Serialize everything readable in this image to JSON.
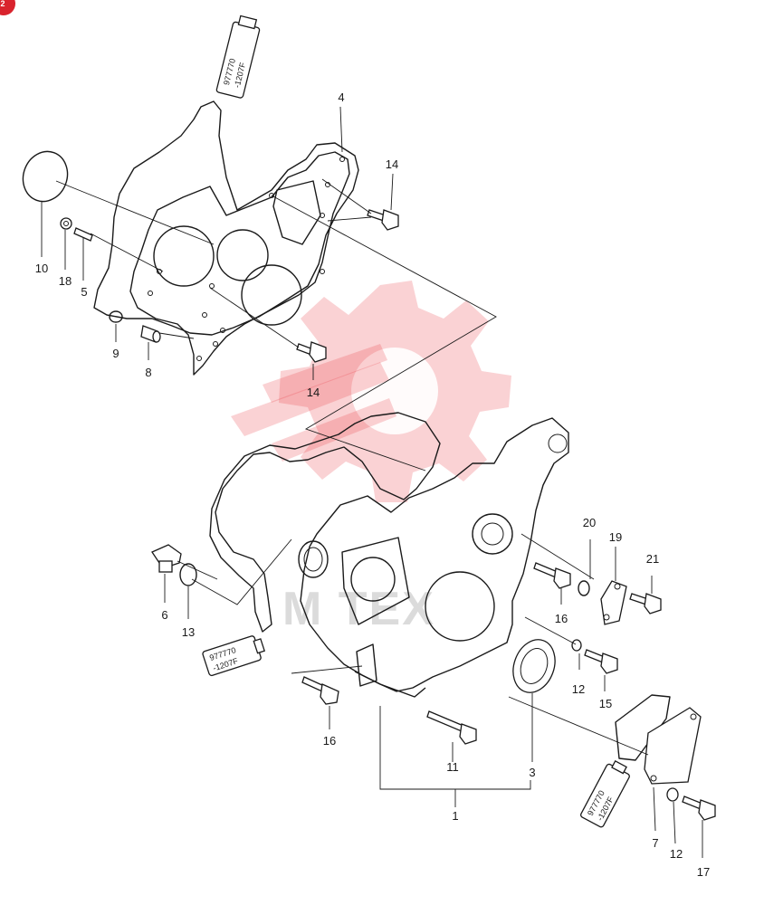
{
  "badge": {
    "number": "2",
    "color": "#d9232d"
  },
  "watermark": {
    "text": "M  TEX",
    "color": "#e8343c"
  },
  "callouts": [
    {
      "id": "c-4",
      "label": "4"
    },
    {
      "id": "c-14a",
      "label": "14"
    },
    {
      "id": "c-10",
      "label": "10"
    },
    {
      "id": "c-18",
      "label": "18"
    },
    {
      "id": "c-5",
      "label": "5"
    },
    {
      "id": "c-9",
      "label": "9"
    },
    {
      "id": "c-8",
      "label": "8"
    },
    {
      "id": "c-14b",
      "label": "14"
    },
    {
      "id": "c-6",
      "label": "6"
    },
    {
      "id": "c-13",
      "label": "13"
    },
    {
      "id": "c-20",
      "label": "20"
    },
    {
      "id": "c-19",
      "label": "19"
    },
    {
      "id": "c-21",
      "label": "21"
    },
    {
      "id": "c-16a",
      "label": "16"
    },
    {
      "id": "c-12a",
      "label": "12"
    },
    {
      "id": "c-15",
      "label": "15"
    },
    {
      "id": "c-16b",
      "label": "16"
    },
    {
      "id": "c-11",
      "label": "11"
    },
    {
      "id": "c-3",
      "label": "3"
    },
    {
      "id": "c-1",
      "label": "1"
    },
    {
      "id": "c-7",
      "label": "7"
    },
    {
      "id": "c-12b",
      "label": "12"
    },
    {
      "id": "c-17",
      "label": "17"
    }
  ],
  "sealant_tubes": [
    {
      "line1": "977770",
      "line2": "-1207F"
    },
    {
      "line1": "977770",
      "line2": "-1207F"
    },
    {
      "line1": "977770",
      "line2": "-1207F"
    }
  ]
}
